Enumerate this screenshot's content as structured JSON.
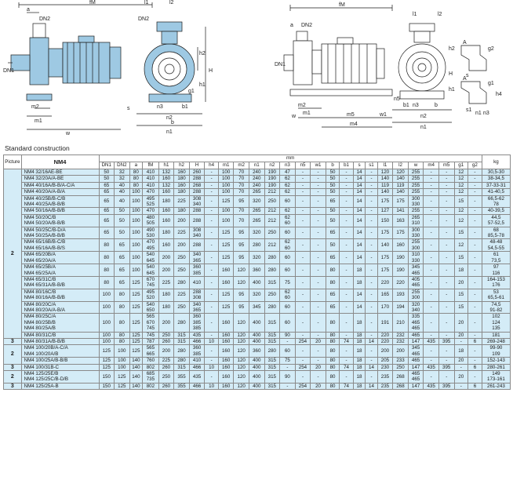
{
  "page": {
    "caption": "Standard construction"
  },
  "drawing_labels": {
    "left": [
      "fM",
      "a",
      "DN2",
      "DN1",
      "m2",
      "m1",
      "w",
      "l1",
      "l2",
      "DN2",
      "h2",
      "H",
      "g1",
      "h1",
      "s",
      "n3",
      "b1",
      "n2",
      "b",
      "n1"
    ],
    "right": [
      "fM",
      "l1",
      "l2",
      "DN2",
      "DN1",
      "a",
      "m2",
      "m1",
      "w",
      "m5",
      "m4",
      "w1",
      "H",
      "h2",
      "h1",
      "n5",
      "n3",
      "n2",
      "n1",
      "b",
      "b1",
      "A",
      "A",
      "g2",
      "g1",
      "s",
      "s1",
      "n1",
      "n3",
      "h4"
    ]
  },
  "table": {
    "picture_label": "Picture",
    "model_label": "NM4",
    "unit_label": "mm",
    "weight_label": "kg",
    "columns": [
      "DN1",
      "DN2",
      "a",
      "fM",
      "h1",
      "h2",
      "H",
      "h4",
      "m1",
      "m2",
      "n1",
      "n2",
      "n3",
      "n5",
      "w1",
      "b",
      "b1",
      "s",
      "s1",
      "l1",
      "l2",
      "w",
      "m4",
      "m5",
      "g1",
      "g2"
    ],
    "groups": [
      {
        "picture": "2",
        "rows": [
          {
            "models": [
              "NM4  32/16AE-BE"
            ],
            "cells": [
              "50",
              "32",
              "80",
              "410",
              "132",
              "160",
              "260",
              "-",
              "100",
              "70",
              "240",
              "190",
              "47",
              "-",
              "-",
              "50",
              "-",
              "14",
              "-",
              "120",
              "120",
              "255",
              "-",
              "-",
              "12",
              "-"
            ],
            "kg": [
              "30,5-30"
            ]
          },
          {
            "models": [
              "NM4  32/20A/A-BE"
            ],
            "cells": [
              "50",
              "32",
              "80",
              "410",
              "160",
              "180",
              "288",
              "-",
              "100",
              "70",
              "240",
              "190",
              "62",
              "-",
              "-",
              "50",
              "-",
              "14",
              "-",
              "140",
              "140",
              "255",
              "-",
              "-",
              "12",
              "-"
            ],
            "kg": [
              "38-34,5"
            ]
          },
          {
            "models": [
              "NM4  40/16A/B-B/A-C/A"
            ],
            "cells": [
              "65",
              "40",
              "80",
              "410",
              "132",
              "160",
              "268",
              "-",
              "100",
              "70",
              "240",
              "190",
              "62",
              "-",
              "-",
              "50",
              "-",
              "14",
              "-",
              "119",
              "119",
              "255",
              "-",
              "-",
              "12",
              "-"
            ],
            "kg": [
              "37-33-31"
            ]
          },
          {
            "models": [
              "NM4  40/20A/A-B/A"
            ],
            "cells": [
              "65",
              "40",
              "100",
              "470",
              "160",
              "180",
              "288",
              "-",
              "100",
              "70",
              "265",
              "212",
              "62",
              "-",
              "-",
              "50",
              "-",
              "14",
              "-",
              "140",
              "140",
              "255",
              "-",
              "-",
              "12",
              "-"
            ],
            "kg": [
              "41-40,5"
            ]
          },
          {
            "models": [
              "NM4  40/25B/B-C/B",
              "NM4  40/25A/B-B/B"
            ],
            "cells": [
              "65",
              "40",
              "100",
              "495\n525",
              "180",
              "225",
              "308\n340",
              "-",
              "125",
              "95",
              "320",
              "250",
              "60",
              "-",
              "-",
              "65",
              "-",
              "14",
              "-",
              "175",
              "175",
              "300\n330",
              "-",
              "-",
              "15",
              "-"
            ],
            "kg": [
              "66,5-62",
              "78"
            ]
          },
          {
            "models": [
              "NM4  50/16A/B-B/B"
            ],
            "cells": [
              "65",
              "50",
              "100",
              "470",
              "160",
              "180",
              "288",
              "-",
              "100",
              "70",
              "265",
              "212",
              "62",
              "-",
              "-",
              "50",
              "-",
              "14",
              "-",
              "127",
              "141",
              "255",
              "-",
              "-",
              "12",
              "-"
            ],
            "kg": [
              "40-39,5"
            ]
          },
          {
            "models": [
              "NM4  50/20C/B",
              "NM4  50/20A/B-B/B"
            ],
            "cells": [
              "65",
              "50",
              "100",
              "480\n505",
              "160",
              "200",
              "288",
              "-",
              "100",
              "70",
              "265",
              "212",
              "62\n60",
              "-",
              "-",
              "50",
              "-",
              "14",
              "-",
              "150",
              "163",
              "265\n310",
              "-",
              "-",
              "12",
              "-"
            ],
            "kg": [
              "44,5",
              "57-52,5"
            ]
          },
          {
            "models": [
              "NM4  50/25C/B-D/A",
              "NM4  50/25A/B-B/B"
            ],
            "cells": [
              "65",
              "50",
              "100",
              "490\n530",
              "180",
              "225",
              "308\n340",
              "-",
              "125",
              "95",
              "320",
              "250",
              "60",
              "-",
              "-",
              "65",
              "-",
              "14",
              "-",
              "175",
              "175",
              "300\n330",
              "-",
              "-",
              "15",
              "-"
            ],
            "kg": [
              "68",
              "85,5-78"
            ]
          },
          {
            "models": [
              "NM4  65/16B/B-C/B",
              "NM4  65/16A/B-B/S"
            ],
            "cells": [
              "80",
              "65",
              "100",
              "470\n495",
              "160",
              "200",
              "288",
              "-",
              "125",
              "95",
              "280",
              "212",
              "62\n60",
              "-",
              "-",
              "50",
              "-",
              "14",
              "-",
              "140",
              "160",
              "255\n300",
              "-",
              "-",
              "12",
              "-"
            ],
            "kg": [
              "48-48",
              "54,5-55"
            ]
          },
          {
            "models": [
              "NM4  65/20B/A",
              "NM4  65/20A/A"
            ],
            "cells": [
              "80",
              "65",
              "100",
              "540\n645",
              "200",
              "250",
              "340\n365",
              "-",
              "125",
              "95",
              "320",
              "280",
              "60",
              "-",
              "-",
              "65",
              "-",
              "14",
              "-",
              "175",
              "190",
              "310\n330",
              "-",
              "-",
              "15",
              "-"
            ],
            "kg": [
              "61",
              "73,5"
            ]
          },
          {
            "models": [
              "NM4  65/25B/A",
              "NM4  65/25A/A"
            ],
            "cells": [
              "80",
              "65",
              "100",
              "540\n645",
              "200",
              "250",
              "360\n385",
              "-",
              "160",
              "120",
              "360",
              "280",
              "60",
              "-",
              "-",
              "80",
              "-",
              "18",
              "-",
              "175",
              "190",
              "345\n465",
              "-",
              "-",
              "18",
              "-"
            ],
            "kg": [
              "97",
              "116"
            ]
          },
          {
            "models": [
              "NM4  65/31C/B",
              "NM4  65/31A/B-B/B"
            ],
            "cells": [
              "80",
              "65",
              "125",
              "670\n745",
              "225",
              "280",
              "410",
              "-",
              "160",
              "120",
              "400",
              "315",
              "75",
              "-",
              "-",
              "80",
              "-",
              "18",
              "-",
              "220",
              "220",
              "405\n465",
              "-",
              "-",
              "20",
              "-"
            ],
            "kg": [
              "164-153",
              "176"
            ]
          },
          {
            "models": [
              "NM4  80/16C/B",
              "NM4  80/16A/B-B/B"
            ],
            "cells": [
              "100",
              "80",
              "125",
              "495\n520",
              "180",
              "225",
              "288\n308",
              "-",
              "125",
              "95",
              "320",
              "250",
              "62\n60",
              "-",
              "-",
              "65",
              "-",
              "14",
              "-",
              "165",
              "193",
              "255\n300",
              "-",
              "-",
              "15",
              "-"
            ],
            "kg": [
              "53",
              "65,5-61"
            ]
          },
          {
            "models": [
              "NM4  80/20C/A",
              "NM4  80/20A/A-B/A"
            ],
            "cells": [
              "100",
              "80",
              "125",
              "540\n650",
              "180",
              "250",
              "340\n365",
              "-",
              "125",
              "95",
              "345",
              "280",
              "60",
              "-",
              "-",
              "65",
              "-",
              "14",
              "-",
              "170",
              "194",
              "320\n340",
              "-",
              "-",
              "15",
              "-"
            ],
            "kg": [
              "74,5",
              "91-82"
            ]
          },
          {
            "models": [
              "NM4  80/25C/A",
              "NM4  80/25B/B",
              "NM4  80/25A/B"
            ],
            "cells": [
              "100",
              "80",
              "125",
              "565\n670\n745",
              "200",
              "280",
              "360\n385\n385",
              "-",
              "160",
              "120",
              "400",
              "315",
              "60",
              "-",
              "-",
              "80",
              "-",
              "18",
              "-",
              "191",
              "210",
              "335\n465\n465",
              "-",
              "-",
              "20",
              "-"
            ],
            "kg": [
              "102",
              "124",
              "135"
            ]
          },
          {
            "models": [
              "NM4  80/31C/B"
            ],
            "cells": [
              "100",
              "80",
              "125",
              "745",
              "250",
              "315",
              "435",
              "-",
              "160",
              "120",
              "400",
              "315",
              "90",
              "-",
              "-",
              "80",
              "-",
              "18",
              "-",
              "220",
              "232",
              "465",
              "-",
              "-",
              "20",
              "-"
            ],
            "kg": [
              "181"
            ]
          }
        ]
      },
      {
        "picture": "3",
        "rows": [
          {
            "models": [
              "NM4  80/31A/B-B/B"
            ],
            "cells": [
              "100",
              "80",
              "125",
              "787",
              "260",
              "315",
              "466",
              "10",
              "160",
              "120",
              "400",
              "315",
              "-",
              "254",
              "20",
              "80",
              "74",
              "18",
              "14",
              "220",
              "232",
              "147",
              "435",
              "395",
              "-",
              "6"
            ],
            "kg": [
              "269-248"
            ]
          }
        ]
      },
      {
        "picture": "2",
        "rows": [
          {
            "models": [
              "NM4 100/20B/A-C/A",
              "NM4 100/20A/B"
            ],
            "cells": [
              "125",
              "100",
              "125",
              "565\n665",
              "200",
              "280",
              "360\n385",
              "-",
              "160",
              "120",
              "360",
              "280",
              "60",
              "-",
              "-",
              "80",
              "-",
              "18",
              "-",
              "200",
              "200",
              "345\n465",
              "-",
              "-",
              "18",
              "-"
            ],
            "kg": [
              "99-90",
              "109"
            ]
          },
          {
            "models": [
              "NM4 100/25A/B-B/B"
            ],
            "cells": [
              "125",
              "100",
              "140",
              "760",
              "225",
              "280",
              "410",
              "-",
              "160",
              "120",
              "400",
              "315",
              "75",
              "-",
              "-",
              "80",
              "-",
              "18",
              "-",
              "205",
              "233",
              "465",
              "-",
              "-",
              "20",
              "-"
            ],
            "kg": [
              "152-143"
            ]
          }
        ]
      },
      {
        "picture": "3",
        "rows": [
          {
            "models": [
              "NM4 100/31B-C"
            ],
            "cells": [
              "125",
              "100",
              "140",
              "802",
              "260",
              "315",
              "466",
              "10",
              "160",
              "120",
              "400",
              "315",
              "-",
              "254",
              "20",
              "80",
              "74",
              "18",
              "14",
              "230",
              "250",
              "147",
              "435",
              "395",
              "-",
              "6"
            ],
            "kg": [
              "280-261"
            ]
          }
        ]
      },
      {
        "picture": "2",
        "rows": [
          {
            "models": [
              "NM4 125/25E/B",
              "NM4 125/25C/B-D/B"
            ],
            "cells": [
              "150",
              "125",
              "140",
              "685\n735",
              "250",
              "355",
              "435",
              "-",
              "160",
              "120",
              "400",
              "315",
              "90",
              "-",
              "-",
              "80",
              "-",
              "18",
              "-",
              "235",
              "268",
              "465\n465",
              "-",
              "-",
              "20",
              "-"
            ],
            "kg": [
              "149",
              "173-161"
            ]
          }
        ]
      },
      {
        "picture": "3",
        "rows": [
          {
            "models": [
              "NM4 125/25A-B"
            ],
            "cells": [
              "150",
              "125",
              "140",
              "802",
              "260",
              "355",
              "466",
              "10",
              "160",
              "120",
              "400",
              "315",
              "-",
              "254",
              "20",
              "80",
              "74",
              "18",
              "14",
              "235",
              "268",
              "147",
              "435",
              "395",
              "-",
              "6"
            ],
            "kg": [
              "261-243"
            ]
          }
        ]
      }
    ]
  }
}
